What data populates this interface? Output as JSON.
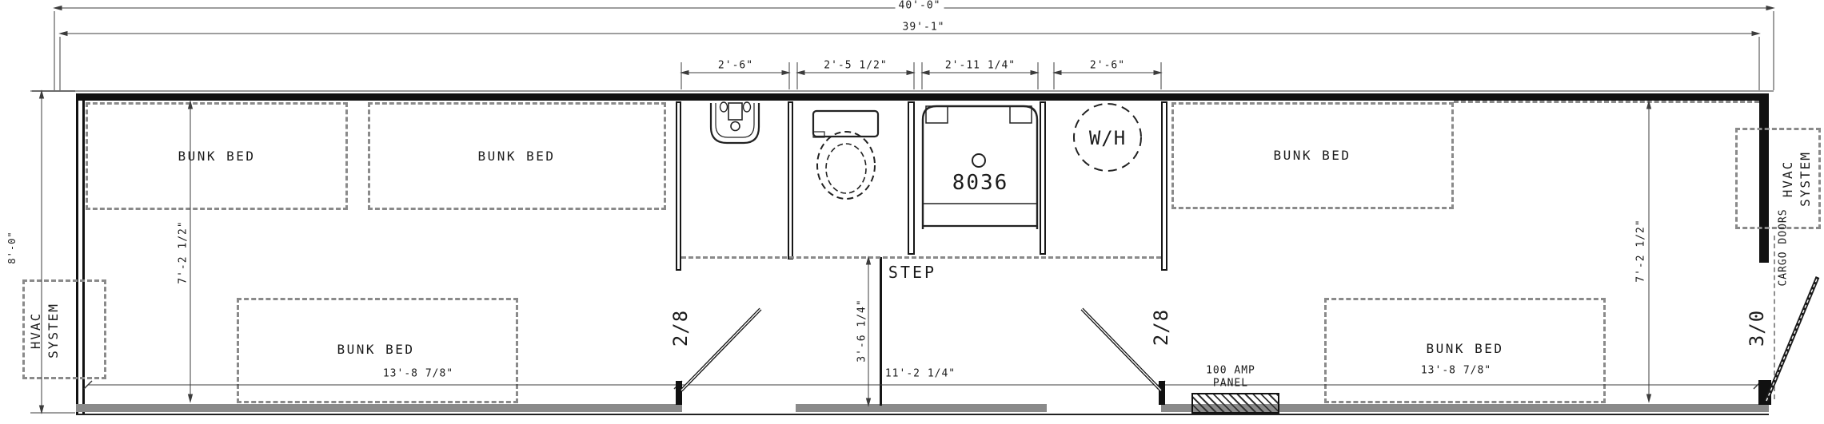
{
  "dims": {
    "overall_length": "40'-0\"",
    "interior_length": "39'-1\"",
    "bays": [
      "2'-6\"",
      "2'-5 1/2\"",
      "2'-11 1/4\"",
      "2'-6\""
    ],
    "overall_width": "8'-0\"",
    "interior_width": "7'-2 1/2\"",
    "step_depth": "3'-6 1/4\"",
    "floor_segments": [
      "13'-8 7/8\"",
      "11'-2 1/4\"",
      "13'-8 7/8\""
    ]
  },
  "labels": {
    "bunk_bed": "BUNK BED",
    "step": "STEP",
    "shower_size": "8036",
    "water_heater": "W/H",
    "panel_line1": "100 AMP",
    "panel_line2": "PANEL",
    "hvac_line1": "HVAC",
    "hvac_line2": "SYSTEM",
    "cargo_doors": "CARGO DOORS"
  },
  "doors": {
    "bath_entry": "2/8",
    "rear_entry": "2/8",
    "side_exit": "3/0"
  },
  "colors": {
    "line": "#161616",
    "hidden_line": "#8a8a8a",
    "dimension": "#3c3c3c",
    "background": "#ffffff"
  }
}
